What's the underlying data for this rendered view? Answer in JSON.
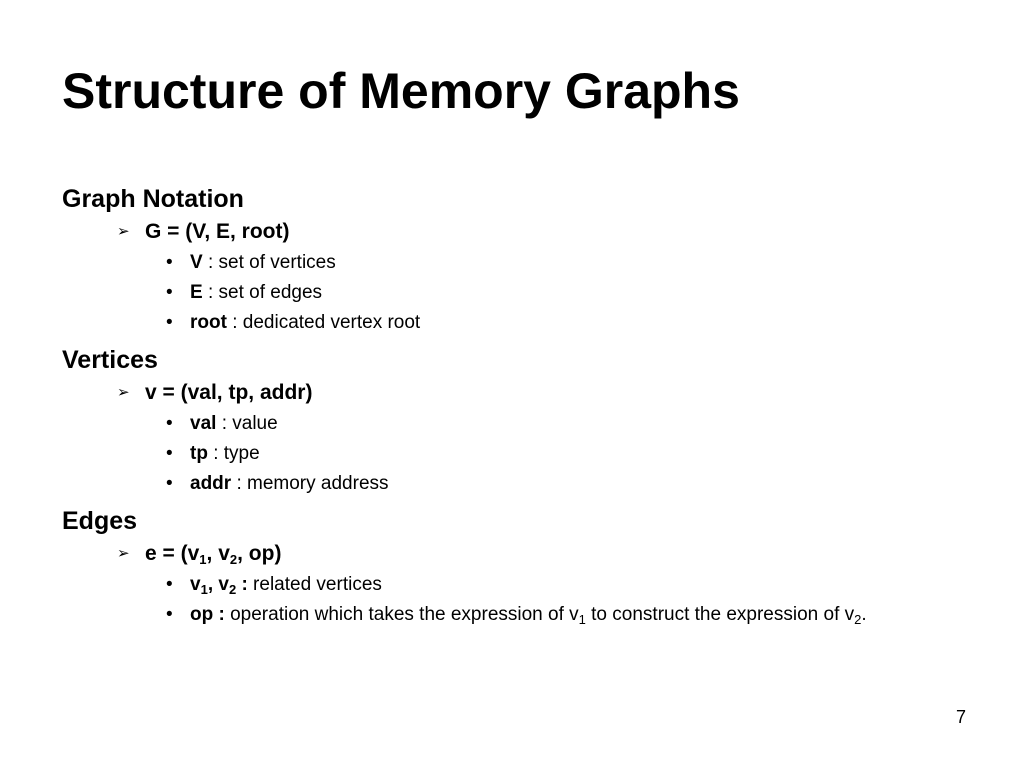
{
  "slide": {
    "title": "Structure of Memory Graphs",
    "page_number": "7"
  },
  "graph_section": {
    "heading": "Graph Notation",
    "formula": "G = (V, E, root)",
    "items": [
      {
        "term": "V",
        "desc": " : set of vertices"
      },
      {
        "term": "E",
        "desc": " : set of edges"
      },
      {
        "term": "root",
        "desc": " : dedicated vertex root"
      }
    ]
  },
  "vertices_section": {
    "heading": "Vertices",
    "formula": "v = (val, tp, addr)",
    "items": [
      {
        "term": "val",
        "desc": " : value"
      },
      {
        "term": "tp",
        "desc": " : type"
      },
      {
        "term": "addr",
        "desc": " : memory address"
      }
    ]
  },
  "edges_section": {
    "heading": "Edges",
    "formula": {
      "prefix": "e = (v",
      "sub1": "1",
      "mid": ", v",
      "sub2": "2",
      "suffix": ", op)"
    },
    "item1": {
      "v_a": "v",
      "sub_a": "1",
      "sep": ", v",
      "sub_b": "2",
      "colon": " :",
      "desc": " related vertices"
    },
    "item2": {
      "term": "op :",
      "desc_a": " operation which takes the expression of v",
      "sub_a": "1",
      "desc_b": " to construct the expression of v",
      "sub_b": "2",
      "desc_c": "."
    }
  },
  "icons": {
    "arrow_bullet": "➢",
    "dot_bullet": "•"
  }
}
